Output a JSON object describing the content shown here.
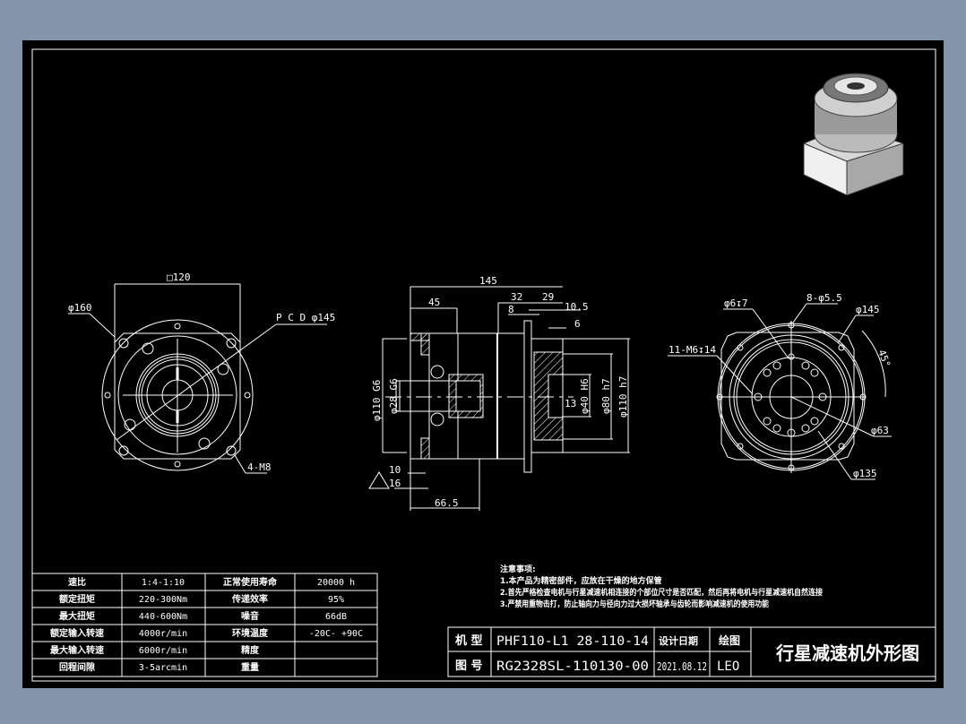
{
  "colors": {
    "background": "#8494aa",
    "sheet": "#000000",
    "lines": "#ffffff"
  },
  "front_view": {
    "square": "□120",
    "flange_dia": "φ160",
    "pcd": "P C D φ145",
    "holes": "4-M8"
  },
  "side_view": {
    "total_length": "145",
    "d45": "45",
    "d32": "32",
    "d29": "29",
    "d8": "8",
    "d10_5": "10.5",
    "d6": "6",
    "shaft_dia": "φ110 G6",
    "bore_dia": "φ28 G6",
    "d40": "φ40 H6",
    "d80": "φ80 h7",
    "d110": "φ110 h7",
    "d13": "13",
    "d10": "10",
    "d16": "16",
    "d66_5": "66.5"
  },
  "output_view": {
    "hole_6": "φ6↧7",
    "holes_8": "8-φ5.5",
    "dia_145": "φ145",
    "tap": "11-M6↧14",
    "angle": "45°",
    "dia_63": "φ63",
    "dia_135": "φ135"
  },
  "spec_table": {
    "rows": [
      {
        "label1": "速比",
        "value1": "1:4-1:10",
        "label2": "正常使用寿命",
        "value2": "20000 h"
      },
      {
        "label1": "额定扭矩",
        "value1": "220-300Nm",
        "label2": "传递效率",
        "value2": "95%"
      },
      {
        "label1": "最大扭矩",
        "value1": "440-600Nm",
        "label2": "噪音",
        "value2": "66dB"
      },
      {
        "label1": "额定输入转速",
        "value1": "4000r/min",
        "label2": "环境温度",
        "value2": "-20C- +90C"
      },
      {
        "label1": "最大输入转速",
        "value1": "6000r/min",
        "label2": "精度",
        "value2": ""
      },
      {
        "label1": "回程间隙",
        "value1": "3-5arcmin",
        "label2": "重量",
        "value2": ""
      }
    ]
  },
  "notes": {
    "title": "注意事项:",
    "items": [
      "1.本产品为精密部件，应放在干燥的地方保管",
      "2.首先严格检查电机与行星减速机相连接的个部位尺寸是否匹配，然后再将电机与行星减速机自然连接",
      "3.严禁用重物击打，防止轴向力与径向力过大损坏轴承与齿轮而影响减速机的使用功能"
    ]
  },
  "title_block": {
    "model_label": "机 型",
    "model_value": "PHF110-L1 28-110-14",
    "design_date_label": "设计日期",
    "drawing_label": "绘图",
    "number_label": "图 号",
    "number_value": "RG2328SL-110130-00",
    "date_value": "2021.08.12",
    "drawer": "LEO",
    "title": "行星减速机外形图"
  }
}
